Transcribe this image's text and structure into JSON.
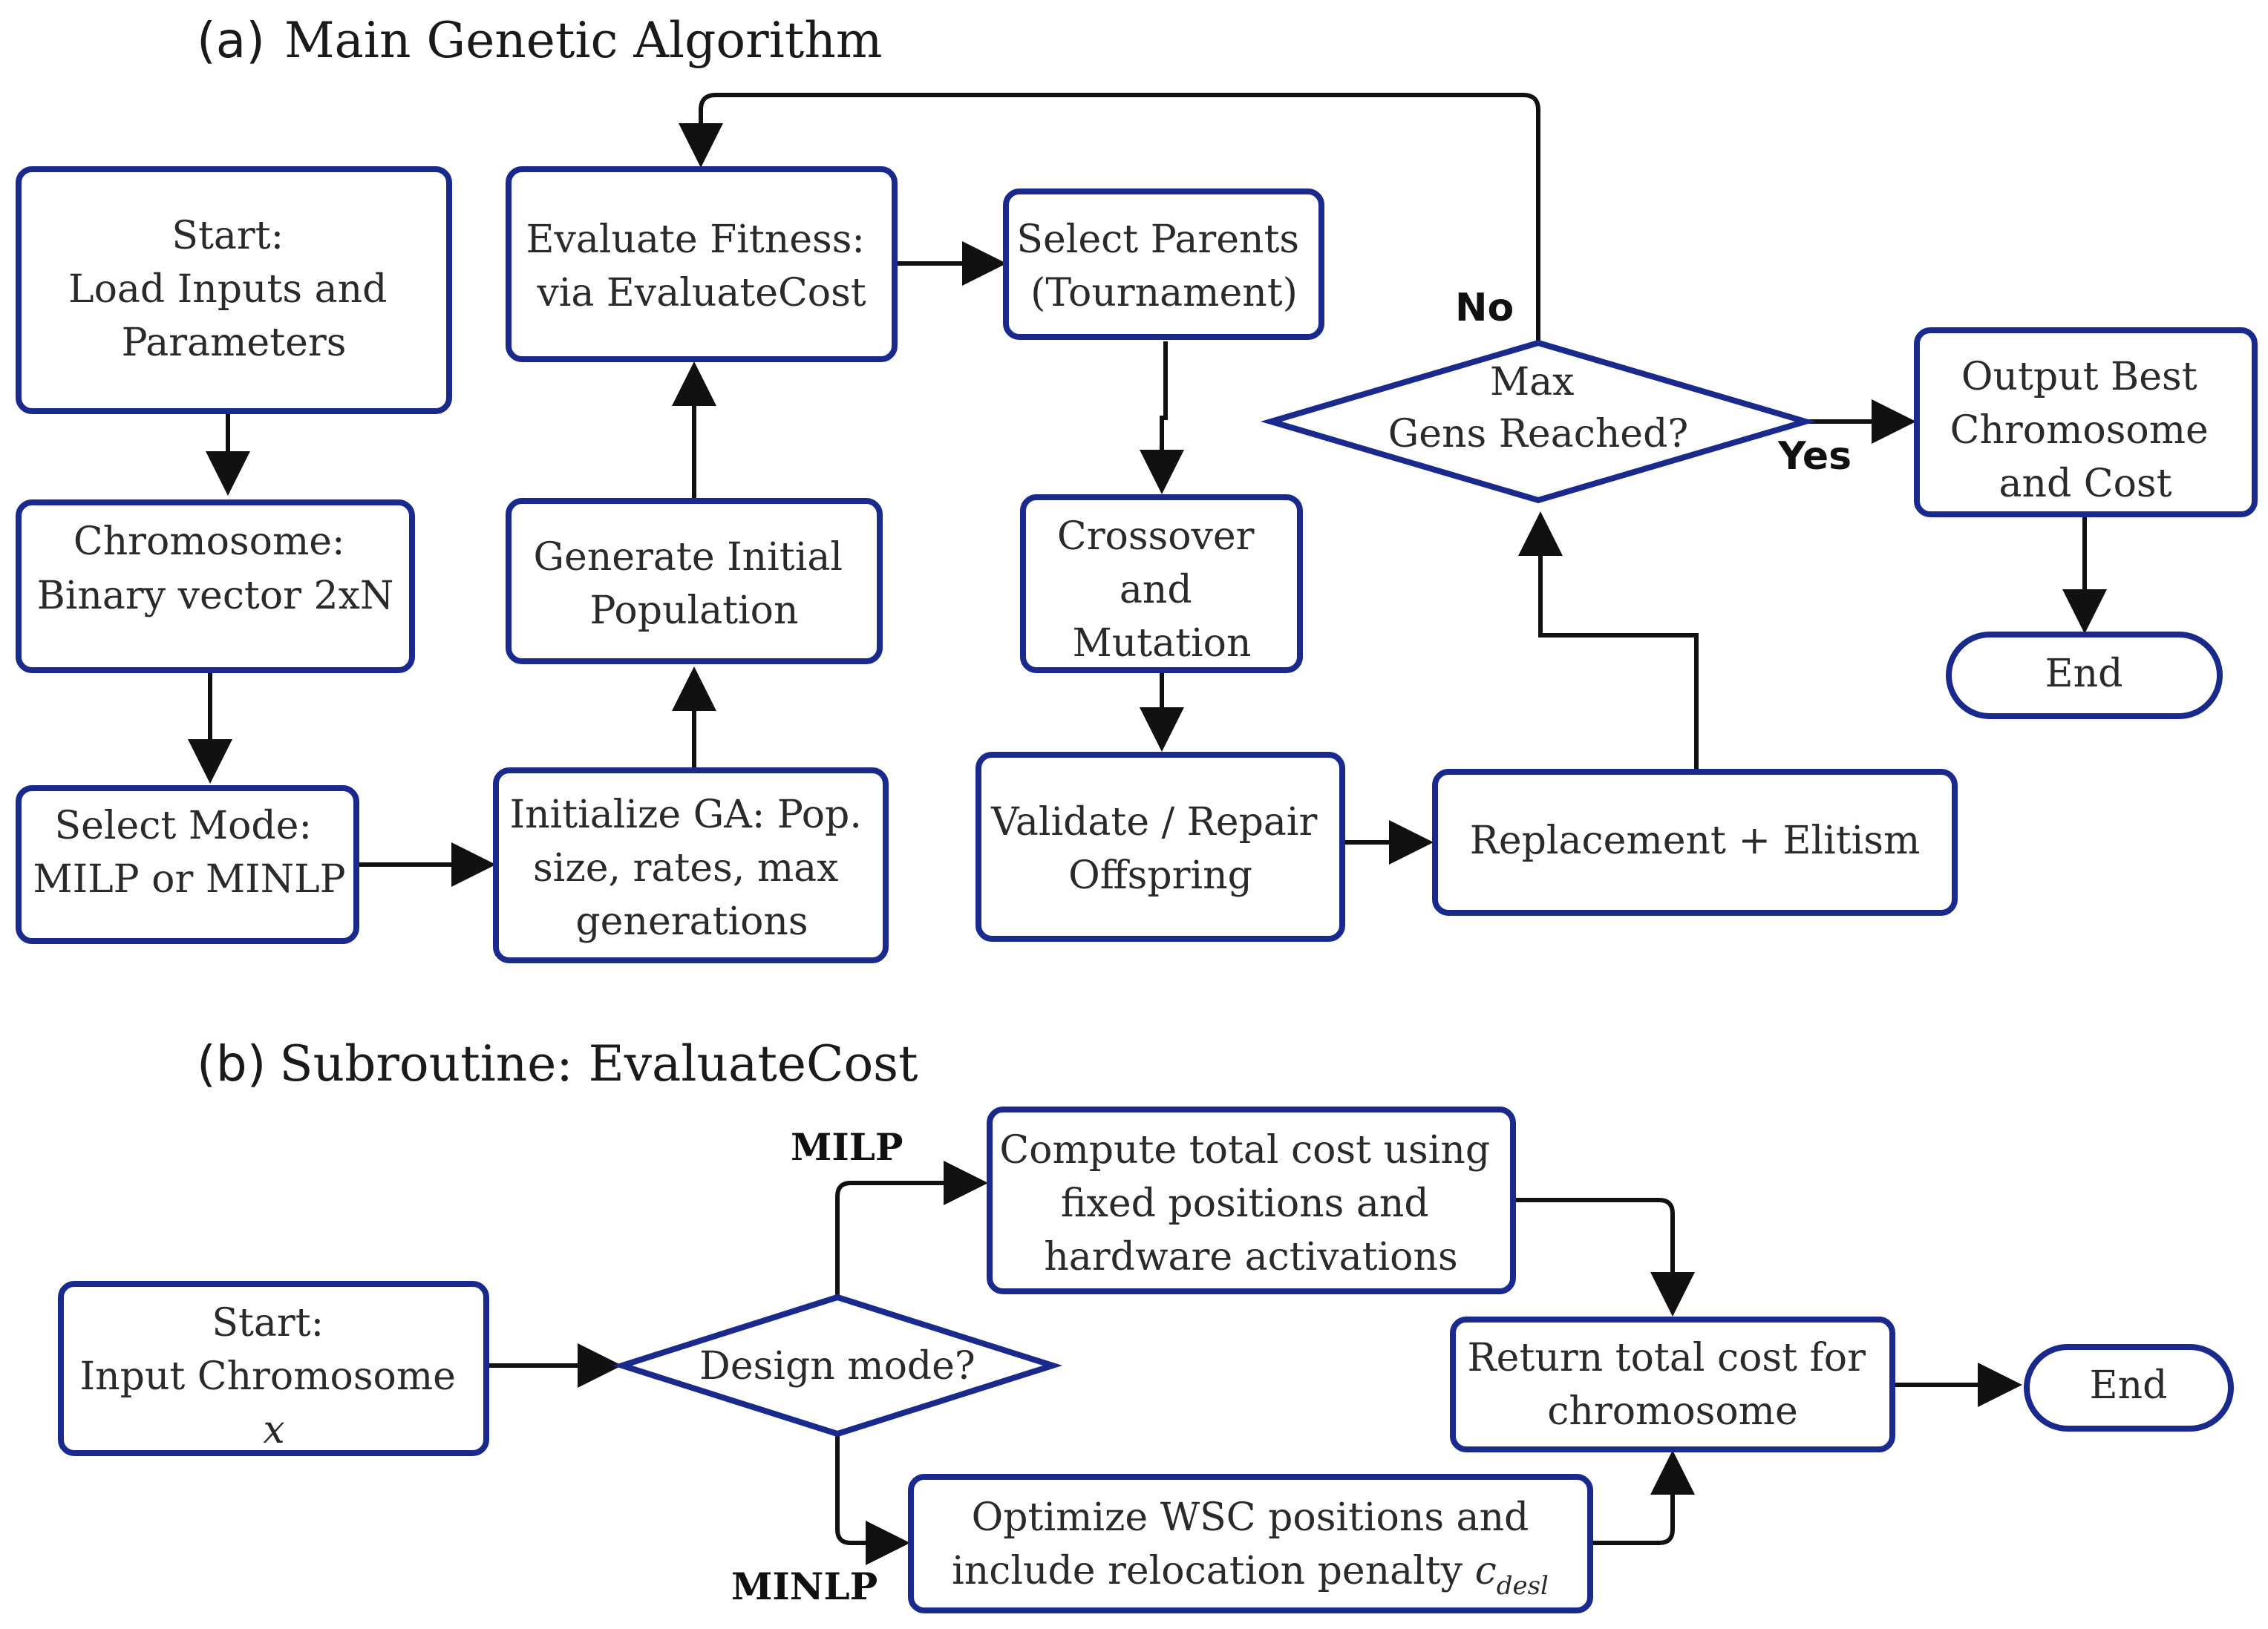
{
  "section_a": {
    "marker": "(a)",
    "title": "Main Genetic Algorithm",
    "nodes": {
      "start": [
        "Start:",
        "Load Inputs and",
        "Parameters"
      ],
      "chromosome": [
        "Chromosome:",
        "Binary vector 2xN"
      ],
      "select_mode": [
        "Select Mode:",
        "MILP or MINLP"
      ],
      "init_ga": [
        "Initialize GA: Pop.",
        "size, rates, max",
        "generations"
      ],
      "gen_pop": [
        "Generate Initial",
        "Population"
      ],
      "eval_fitness": [
        "Evaluate Fitness:",
        "via EvaluateCost"
      ],
      "select_parents": [
        "Select Parents",
        "(Tournament)"
      ],
      "crossover": [
        "Crossover",
        "and",
        "Mutation"
      ],
      "validate": [
        "Validate / Repair",
        "Offspring"
      ],
      "replacement": [
        "Replacement + Elitism"
      ],
      "max_gens": [
        "Max",
        "Gens Reached?"
      ],
      "output_best": [
        "Output Best",
        "Chromosome",
        "and Cost"
      ],
      "end": [
        "End"
      ]
    },
    "edge_labels": {
      "no": "No",
      "yes": "Yes"
    }
  },
  "section_b": {
    "marker": "(b)",
    "title": "Subroutine: EvaluateCost",
    "nodes": {
      "start": [
        "Start:",
        "Input Chromosome"
      ],
      "start_var": "x",
      "design_mode": [
        "Design mode?"
      ],
      "compute_cost": [
        "Compute total cost using",
        "fixed positions and",
        "hardware activations"
      ],
      "optimize_wsc": [
        "Optimize WSC positions and"
      ],
      "optimize_wsc_line2": "include relocation penalty ",
      "penalty_symbol": "c",
      "penalty_subscript": "desl",
      "return_cost": [
        "Return total cost for",
        "chromosome"
      ],
      "end": [
        "End"
      ]
    },
    "edge_labels": {
      "milp": "MILP",
      "minlp": "MINLP"
    }
  },
  "colors": {
    "box_stroke": "#1a2a8c",
    "edge": "#111111",
    "text": "#2a2a2a"
  }
}
